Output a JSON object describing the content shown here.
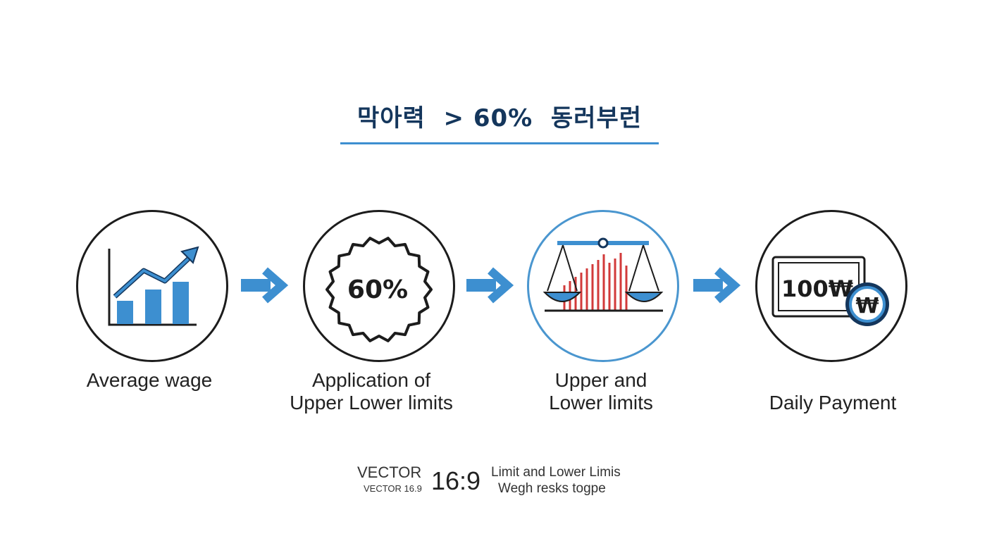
{
  "title": "막아력  > 60%  동러부런",
  "steps": [
    {
      "label_line1": "Average wage",
      "label_line2": ""
    },
    {
      "label_line1": "Application of",
      "label_line2": "Upper Lower limits",
      "badge_text": "60%"
    },
    {
      "label_line1": "Upper and",
      "label_line2": "Lower limits"
    },
    {
      "label_line1": "",
      "label_line2": "Daily Payment",
      "screen_text": "100₩",
      "coin_text": "₩"
    }
  ],
  "footer": {
    "vector": "VECTOR",
    "vector_small": "VECTOR 16.9",
    "ratio": "16:9",
    "line1": "Limit and Lower Limis",
    "line2": "Wegh resks togpe"
  },
  "colors": {
    "title": "#14365c",
    "accent_blue": "#3d8fd0",
    "circle_border": "#1c1c1c",
    "highlight_border": "#4a96cf",
    "bar_red": "#d23a3a"
  },
  "icons": [
    "growth-chart-icon",
    "percentage-badge-icon",
    "balance-scale-icon",
    "monitor-coin-icon"
  ]
}
